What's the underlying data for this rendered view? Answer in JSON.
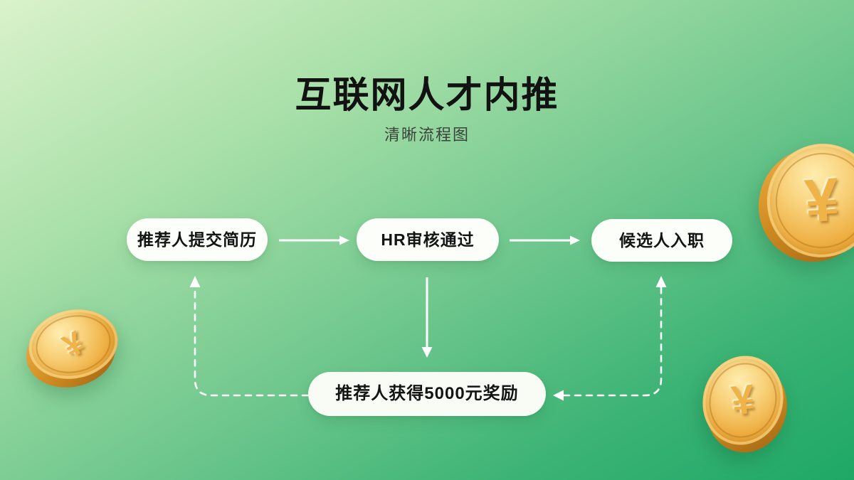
{
  "page": {
    "title": "互联网人才内推",
    "subtitle": "清晰流程图"
  },
  "flow": {
    "nodes": [
      {
        "id": "submit",
        "label": "推荐人提交简历"
      },
      {
        "id": "review",
        "label": "HR审核通过"
      },
      {
        "id": "onboard",
        "label": "候选人入职"
      },
      {
        "id": "reward",
        "label": "推荐人获得5000元奖励"
      }
    ],
    "edges": [
      {
        "from": "submit",
        "to": "review",
        "style": "solid-arrow"
      },
      {
        "from": "review",
        "to": "onboard",
        "style": "solid-arrow"
      },
      {
        "from": "review",
        "to": "reward",
        "style": "solid-arrow"
      },
      {
        "from": "reward",
        "to": "submit",
        "style": "dashed-arrow"
      },
      {
        "from": "reward",
        "to": "onboard",
        "style": "dashed-double-arrow"
      }
    ]
  },
  "decor": {
    "currency_symbol": "¥",
    "coins": [
      "coin-top-right",
      "coin-left",
      "coin-bottom-right"
    ]
  },
  "colors": {
    "background_top_left": "#daf2ca",
    "background_bottom_right": "#1ea866",
    "node_background": "#fcfefa",
    "node_text": "#141414",
    "title_text": "#121212",
    "subtitle_text": "#3a423a",
    "arrow": "#ffffff",
    "coin_gold": "#eeae41"
  }
}
